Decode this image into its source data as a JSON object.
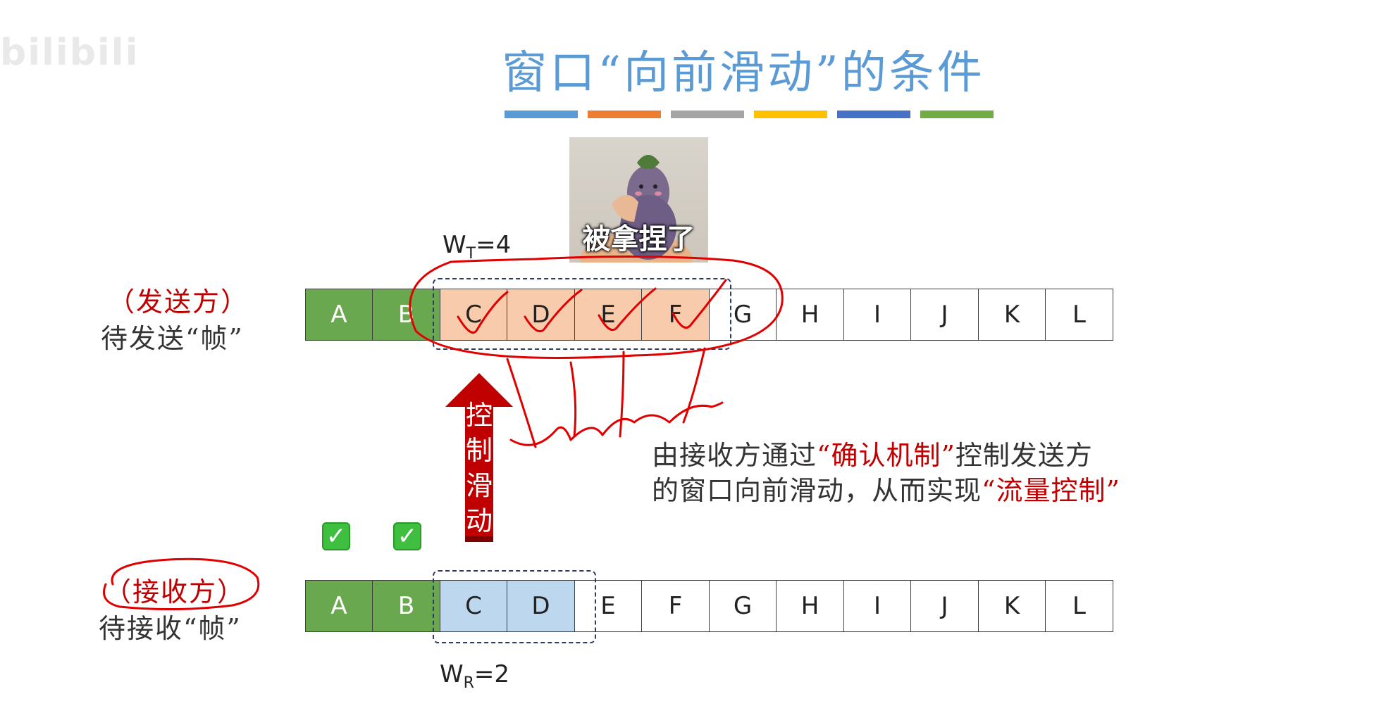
{
  "watermark": "bilibili",
  "title": "窗口“向前滑动”的条件",
  "color_bar": [
    "#5b9bd5",
    "#ed7d31",
    "#a5a5a5",
    "#ffc000",
    "#4472c4",
    "#70ad47"
  ],
  "meme": {
    "caption": "被拿捏了"
  },
  "sender": {
    "role": "（发送方）",
    "label": "待发送“帧”",
    "window_label": {
      "main": "W",
      "sub": "T",
      "rest": "=4"
    },
    "frames": [
      "A",
      "B",
      "C",
      "D",
      "E",
      "F",
      "G",
      "H",
      "I",
      "J",
      "K",
      "L"
    ]
  },
  "receiver": {
    "role": "（接收方）",
    "label": "待接收“帧”",
    "window_label": {
      "main": "W",
      "sub": "R",
      "rest": "=2"
    },
    "frames": [
      "A",
      "B",
      "C",
      "D",
      "E",
      "F",
      "G",
      "H",
      "I",
      "J",
      "K",
      "L"
    ]
  },
  "checkmarks": [
    "✓",
    "✓"
  ],
  "arrow_label": [
    "控",
    "制",
    "滑",
    "动"
  ],
  "description": {
    "line1_a": "由接收方通过",
    "line1_hl": "“确认机制”",
    "line1_b": "控制发送方",
    "line2_a": "的窗口向前滑动，从而实现",
    "line2_hl": "“流量控制”"
  },
  "colors": {
    "title": "#5b9bd5",
    "done": "#6aa84f",
    "sender_window": "#f8cbad",
    "receiver_window": "#bdd7ee",
    "arrow": "#c00000",
    "highlight": "#c00000",
    "annotation": "#e00000"
  }
}
